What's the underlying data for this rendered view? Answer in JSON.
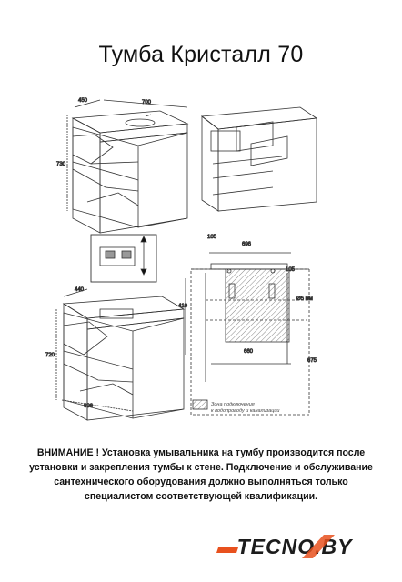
{
  "title": "Тумба Кристалл 70",
  "notice": "ВНИМАНИЕ ! Установка умывальника на тумбу производится после установки и закрепления тумбы к стене. Подключение и обслуживание сантехнического оборудования должно выполняться только специалистом соответствующей квалификации.",
  "drawing_labels": {
    "front_depth": "450",
    "front_width": "700",
    "front_height": "730",
    "dim_105": "105",
    "dim_696": "696",
    "screw_spec": "Ø5 мм",
    "dim_660": "660",
    "dim_410": "410",
    "dim_675": "675",
    "lower_depth": "440",
    "lower_height": "720",
    "lower_width": "696"
  },
  "legend": {
    "line1": "Зона подключения",
    "line2": "к водопроводу и канализации"
  },
  "logo": {
    "text": "TECNO.BY",
    "accent_color": "#e8511e",
    "text_color": "#1c1c1c"
  }
}
